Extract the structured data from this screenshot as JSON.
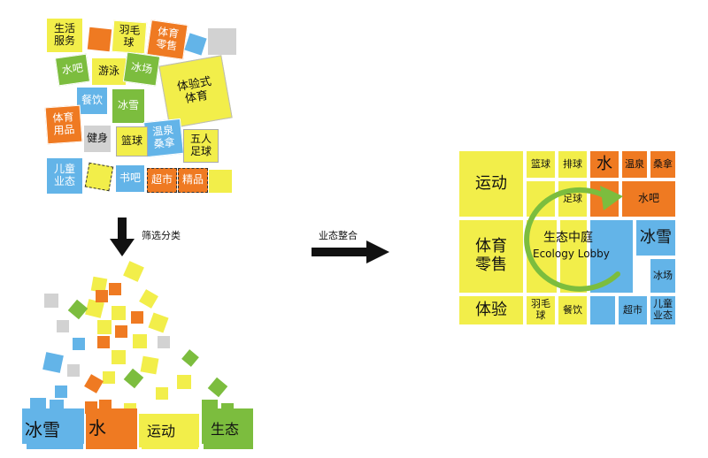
{
  "colors": {
    "yellow": "#f2ee4a",
    "orange": "#ef7a22",
    "green": "#7cbd3e",
    "blue": "#63b4e8",
    "gray": "#d2d2d2"
  },
  "top_tags": {
    "shenghuo_fuwu": "生活\n服务",
    "yumaoqiu": "羽毛\n球",
    "tiyu_lingshou": "体育\n零售",
    "shuiba": "水吧",
    "youyong": "游泳",
    "bingchang": "冰场",
    "tiyanshi_tiyu": "体验式\n体育",
    "canyin": "餐饮",
    "bingxue": "冰雪",
    "tiyu_yongpin": "体育\n用品",
    "wenquan_sangna": "温泉\n桑拿",
    "jianshen": "健身",
    "lanqiu": "篮球",
    "wuren_zuqiu": "五人\n足球",
    "ertong_yetai": "儿童\n业态",
    "shuba": "书吧",
    "chaoshi": "超市",
    "jingpin": "精品"
  },
  "step1_label": "筛选分类",
  "step2_label": "业态整合",
  "bottom_groups": {
    "bingxue": "冰雪",
    "shui": "水",
    "yundong": "运动",
    "shengtai": "生态"
  },
  "right_map": {
    "yundong": "运动",
    "lanqiu": "篮球",
    "paiqiu": "排球",
    "shui": "水",
    "wenquan": "温泉",
    "sangna": "桑拿",
    "zuqiu": "足球",
    "shuiba": "水吧",
    "tiyu_lingshou": "体育\n零售",
    "center_cn": "生态中庭",
    "center_en": "Ecology Lobby",
    "bingxue": "冰雪",
    "bingchang": "冰场",
    "tiyan": "体验",
    "yumaoqiu": "羽毛\n球",
    "canyin": "餐饮",
    "chaoshi": "超市",
    "ertong_yetai": "儿童\n业态"
  }
}
